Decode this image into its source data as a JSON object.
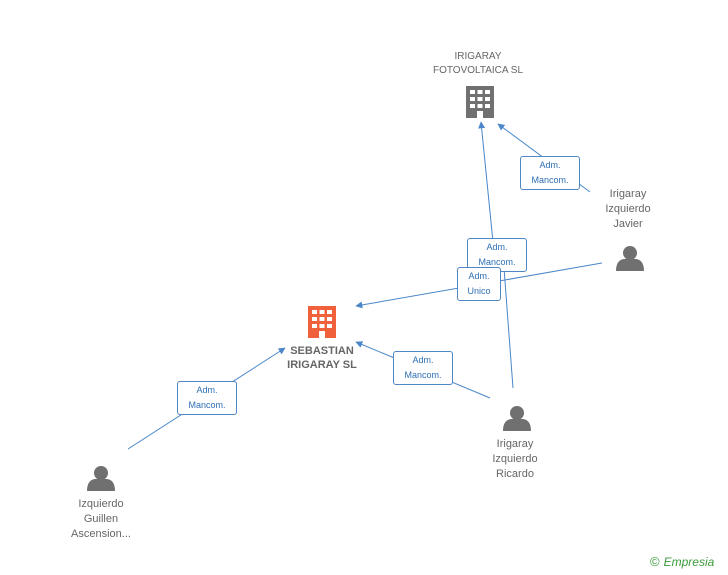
{
  "colors": {
    "edge": "#4a86c8",
    "person": "#707070",
    "company": "#707070",
    "main_company": "#f0603a",
    "brand": "#3a9a3a"
  },
  "nodes": {
    "fotovoltaica": {
      "label": "IRIGARAY\nFOTOVOLTAICA SL",
      "icon": "building-icon"
    },
    "sebastian": {
      "label": "SEBASTIAN\nIRIGARAY SL",
      "icon": "building-icon"
    },
    "javier": {
      "label": "Irigaray\nIzquierdo\nJavier",
      "icon": "person-icon"
    },
    "ricardo": {
      "label": "Irigaray\nIzquierdo\nRicardo",
      "icon": "person-icon"
    },
    "ascension": {
      "label": "Izquierdo\nGuillen\nAscension...",
      "icon": "person-icon"
    }
  },
  "edges": {
    "javier_fotovoltaica": "Adm.\nMancom.",
    "ricardo_fotovoltaica": "Adm.\nMancom.",
    "javier_sebastian": "Adm.\nUnico",
    "ricardo_sebastian": "Adm.\nMancom.",
    "ascension_sebastian": "Adm.\nMancom."
  },
  "brand": {
    "copyright": "©",
    "name": "Empresia"
  }
}
